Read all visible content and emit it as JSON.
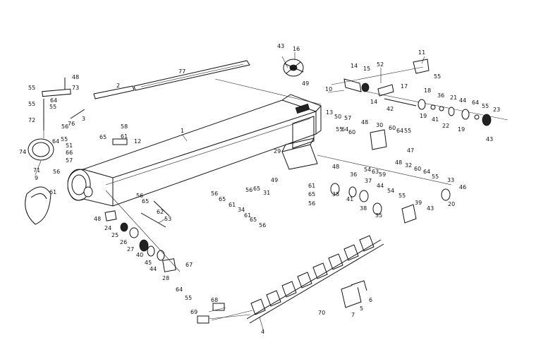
{
  "diagram": {
    "callouts": [
      "1",
      "2",
      "3",
      "4",
      "5",
      "6",
      "7",
      "9",
      "10",
      "11",
      "12",
      "13",
      "14",
      "15",
      "16",
      "17",
      "18",
      "19",
      "20",
      "21",
      "22",
      "23",
      "24",
      "25",
      "26",
      "27",
      "28",
      "29",
      "30",
      "31",
      "32",
      "33",
      "34",
      "35",
      "36",
      "37",
      "38",
      "39",
      "40",
      "41",
      "42",
      "43",
      "44",
      "45",
      "46",
      "47",
      "48",
      "49",
      "50",
      "51",
      "52",
      "53",
      "54",
      "55",
      "56",
      "57",
      "58",
      "59",
      "60",
      "61",
      "62",
      "63",
      "64",
      "65",
      "66",
      "67",
      "68",
      "69",
      "70",
      "71",
      "72",
      "73",
      "74",
      "76",
      "77"
    ]
  }
}
